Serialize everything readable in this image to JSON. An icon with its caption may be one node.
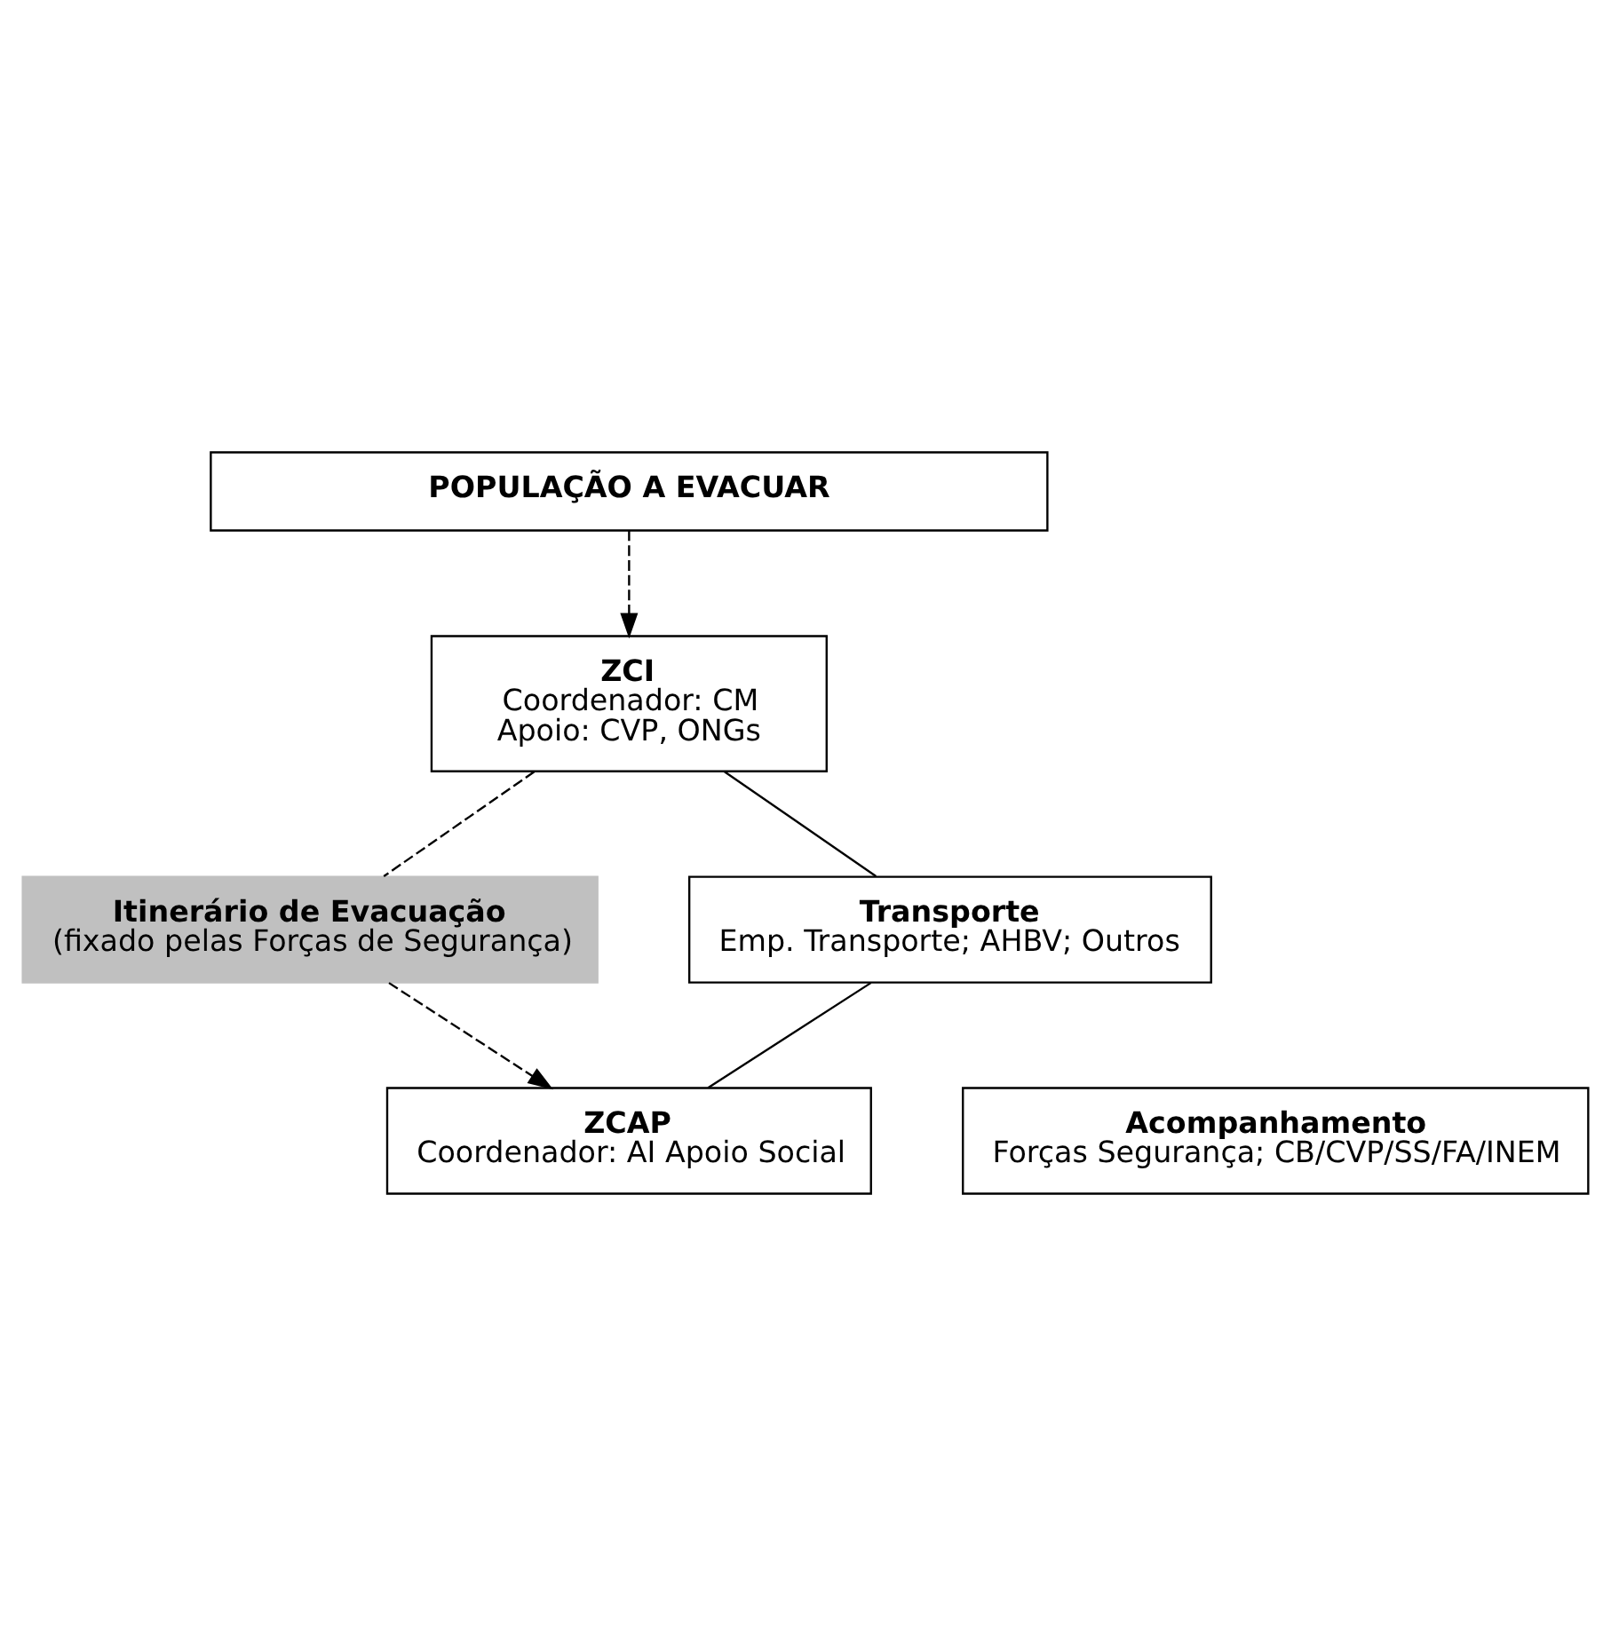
{
  "diagram": {
    "nodes": [
      {
        "text": [
          "POPULAÇÃO A EVACUAR"
        ]
      },
      {
        "text": [
          "ZCI",
          "Coordenador: CM",
          "Apoio: CVP, ONGs"
        ]
      },
      {
        "text": [
          "Itinerário de Evacuação",
          "(fixado pelas Forças de Segurança)"
        ]
      },
      {
        "text": [
          "ZCAP",
          "Coordenador: AI Apoio Social"
        ]
      },
      {
        "text": [
          "Transporte",
          "Emp. Transporte; AHBV; Outros"
        ]
      },
      {
        "text": [
          "Acompanhamento",
          "Forças Segurança; CB/CVP/SS/FA/INEM"
        ]
      }
    ],
    "edges": [
      {
        "from": 0,
        "to": 1,
        "arrow": "to",
        "style": "dashed"
      },
      {
        "from": 1,
        "to": 2,
        "arrow": "none",
        "style": "dashed"
      },
      {
        "from": 2,
        "to": 3,
        "arrow": "to",
        "style": "dashed"
      },
      {
        "from": 1,
        "to": 4,
        "arrow": "none"
      },
      {
        "from": 3,
        "to": 4,
        "arrow": "none"
      }
    ]
  }
}
